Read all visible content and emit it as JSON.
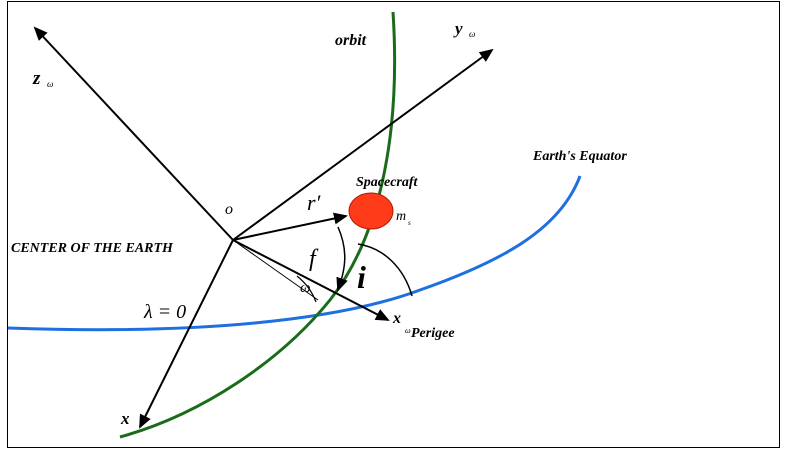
{
  "diagram": {
    "labels": {
      "orbit": "orbit",
      "y_axis": "y",
      "y_axis_sub": "ω",
      "z_axis": "z",
      "z_axis_sub": "ω",
      "earths_equator": "Earth's Equator",
      "spacecraft": "Spacecraft",
      "origin": "o",
      "radius_vector": "r′",
      "mass": "m",
      "mass_sub": "s",
      "center_of_earth": "CENTER OF THE EARTH",
      "true_anomaly": "f",
      "arg_perigee": "ω",
      "inclination": "i",
      "lambda_zero": "λ = 0",
      "x_omega_axis": "x",
      "x_omega_sub": "ω",
      "perigee": "Perigee",
      "x_axis": "x"
    },
    "colors": {
      "orbit": "#1a6b1a",
      "equator": "#1e6fe0",
      "spacecraft": "#ff3b1a",
      "spacecraft_outline": "#b01800",
      "axes": "#000000"
    }
  }
}
